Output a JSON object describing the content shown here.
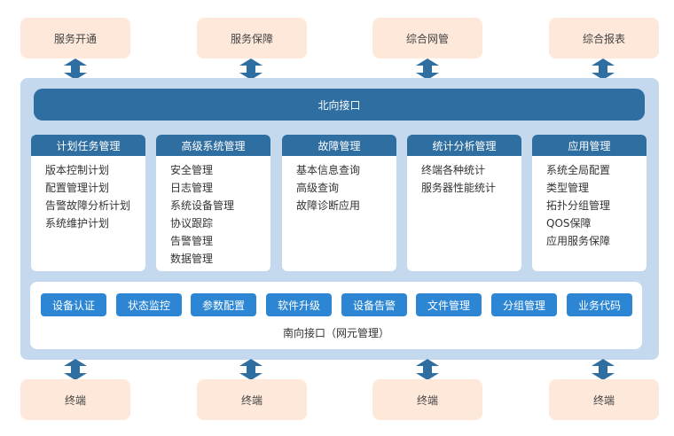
{
  "top_services": [
    "服务开通",
    "服务保障",
    "综合网管",
    "综合报表"
  ],
  "north_interface": "北向接口",
  "modules": [
    {
      "title": "计划任务管理",
      "items": [
        "版本控制计划",
        "配置管理计划",
        "告警故障分析计划",
        "系统维护计划"
      ]
    },
    {
      "title": "高级系统管理",
      "items": [
        "安全管理",
        "日志管理",
        "系统设备管理",
        "协议跟踪",
        "告警管理",
        "数据管理"
      ]
    },
    {
      "title": "故障管理",
      "items": [
        "基本信息查询",
        "高级查询",
        "故障诊断应用"
      ]
    },
    {
      "title": "统计分析管理",
      "items": [
        "终端各种统计",
        "服务器性能统计"
      ]
    },
    {
      "title": "应用管理",
      "items": [
        "系统全局配置",
        "类型管理",
        "拓扑分组管理",
        "QOS保障",
        "应用服务保障"
      ]
    }
  ],
  "south_buttons": [
    "设备认证",
    "状态监控",
    "参数配置",
    "软件升级",
    "设备告警",
    "文件管理",
    "分组管理",
    "业务代码"
  ],
  "south_interface": "南向接口（网元管理）",
  "terminals": [
    "终端",
    "终端",
    "终端",
    "终端"
  ],
  "colors": {
    "peach": "#fde8da",
    "panel": "#c5d9ee",
    "dark_blue": "#2f6ea1",
    "button_blue": "#2c86d3",
    "arrow": "#2f6ea1"
  }
}
